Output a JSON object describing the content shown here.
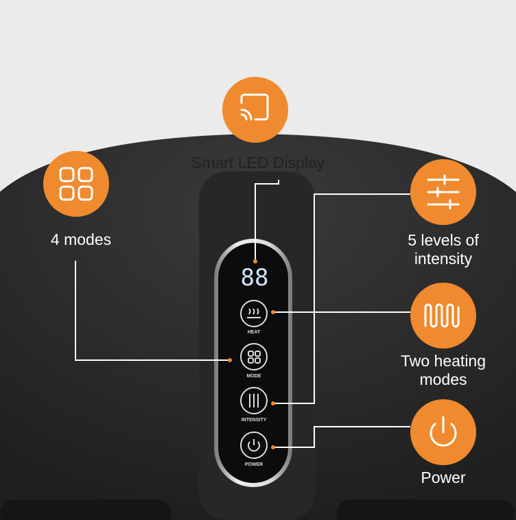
{
  "features": {
    "display": {
      "label": "Smart LED Display",
      "icon": "cast-screen-icon"
    },
    "modes": {
      "label": "4 modes",
      "icon": "four-squares-icon"
    },
    "intensity": {
      "line1": "5 levels of",
      "line2": "intensity",
      "icon": "sliders-icon"
    },
    "heating": {
      "line1": "Two heating",
      "line2": "modes",
      "icon": "heating-coil-icon"
    },
    "power": {
      "label": "Power",
      "icon": "power-icon"
    }
  },
  "panel": {
    "display_value": "88",
    "buttons": [
      "HEAT",
      "MODE",
      "INTENSITY",
      "POWER"
    ]
  },
  "colors": {
    "accent": "#f08a2e",
    "device": "#2b2b2b",
    "background": "#ebebeb"
  }
}
